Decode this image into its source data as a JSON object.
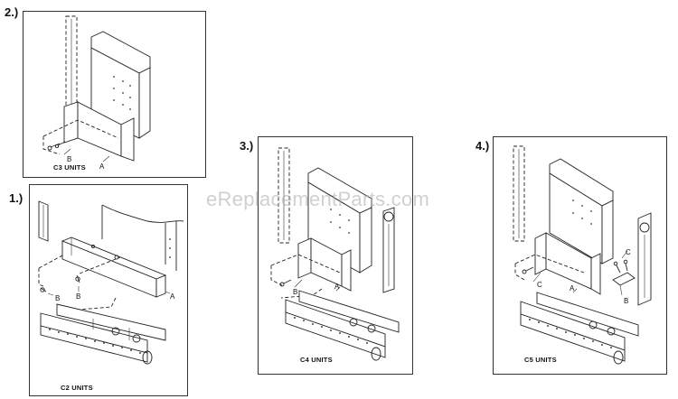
{
  "steps": [
    {
      "number": "2.)",
      "caption": "C3 UNITS",
      "callouts": [
        "A",
        "B"
      ]
    },
    {
      "number": "1.)",
      "caption": "C2 UNITS",
      "callouts": [
        "A",
        "B",
        "B"
      ]
    },
    {
      "number": "3.)",
      "caption": "C4 UNITS",
      "callouts": [
        "A",
        "B"
      ]
    },
    {
      "number": "4.)",
      "caption": "C5 UNITS",
      "callouts": [
        "A",
        "B",
        "C",
        "C"
      ]
    }
  ],
  "watermark": "eReplacementParts.com"
}
